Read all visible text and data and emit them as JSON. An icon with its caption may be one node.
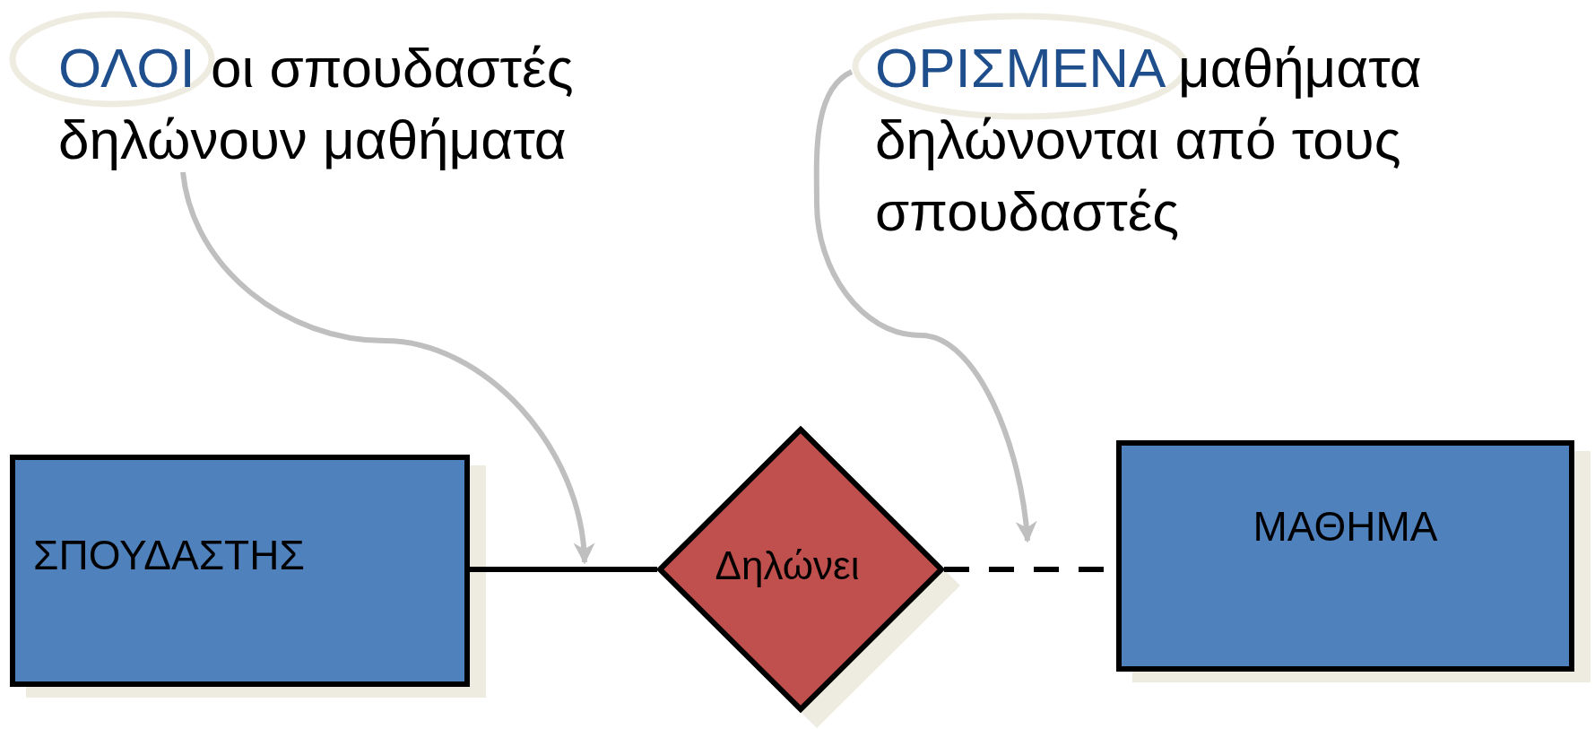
{
  "diagram": {
    "nodes": [
      {
        "text": [
          "ΟΛΟΙ",
          "οι σπουδαστές δηλώνουν μαθήματα"
        ]
      },
      {
        "text": [
          "ΟΡΙΣΜΕΝΑ",
          "μαθήματα δηλώνονται από τους σπουδαστές"
        ]
      },
      {
        "text": [
          "ΣΠΟΥΔΑΣΤΗΣ"
        ]
      },
      {
        "text": [
          "Δηλώνει"
        ]
      },
      {
        "text": [
          "ΜΑΘΗΜΑ"
        ]
      }
    ],
    "edges": [
      {
        "from": 2,
        "to": 3,
        "arrow": "none"
      },
      {
        "from": 3,
        "to": 4,
        "arrow": "none",
        "style": "dashed"
      },
      {
        "from": 0,
        "to": null,
        "arrow": "to",
        "color": "#bfbfbf"
      },
      {
        "from": 1,
        "to": null,
        "arrow": "to",
        "color": "#bfbfbf"
      }
    ]
  }
}
